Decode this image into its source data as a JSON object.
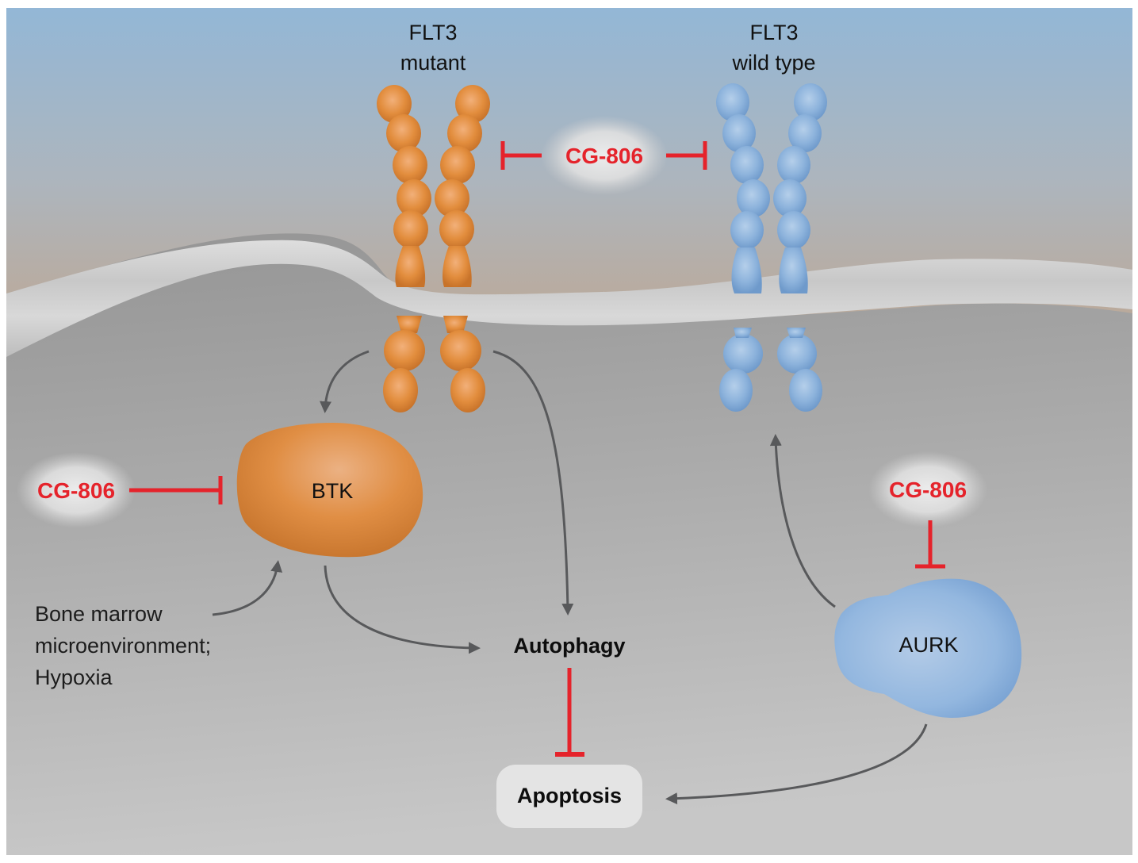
{
  "figure": {
    "receptors": {
      "mutant": {
        "title_line1": "FLT3",
        "title_line2": "mutant",
        "color": "#e08a38"
      },
      "wild_type": {
        "title_line1": "FLT3",
        "title_line2": "wild type",
        "color": "#8fb6de"
      }
    },
    "drug": {
      "name": "CG-806",
      "color": "#e5232b"
    },
    "inhibitor_labels": {
      "receptors": "CG-806",
      "btk": "CG-806",
      "aurk": "CG-806"
    },
    "nodes": {
      "btk": "BTK",
      "aurk": "AURK",
      "autophagy": "Autophagy",
      "apoptosis": "Apoptosis",
      "environment_line1": "Bone marrow",
      "environment_line2": "microenvironment;",
      "environment_line3": "Hypoxia"
    },
    "edges": [
      {
        "from": "FLT3 mutant",
        "to": "BTK",
        "type": "activation"
      },
      {
        "from": "FLT3 mutant",
        "to": "Autophagy",
        "type": "activation"
      },
      {
        "from": "BTK",
        "to": "Autophagy",
        "type": "activation"
      },
      {
        "from": "Bone marrow microenvironment; Hypoxia",
        "to": "BTK",
        "type": "activation"
      },
      {
        "from": "Autophagy",
        "to": "Apoptosis",
        "type": "inhibition"
      },
      {
        "from": "AURK",
        "to": "FLT3 wild type",
        "type": "activation"
      },
      {
        "from": "AURK",
        "to": "Apoptosis",
        "type": "activation"
      },
      {
        "from": "CG-806",
        "to": "FLT3 mutant",
        "type": "inhibition"
      },
      {
        "from": "CG-806",
        "to": "FLT3 wild type",
        "type": "inhibition"
      },
      {
        "from": "CG-806",
        "to": "BTK",
        "type": "inhibition"
      },
      {
        "from": "CG-806",
        "to": "AURK",
        "type": "inhibition"
      }
    ],
    "colors": {
      "extracellular_top": "#93b7d6",
      "extracellular_bottom": "#bba999",
      "membrane": "#d6d6d6",
      "cytoplasm_top": "#9a9a9a",
      "cytoplasm_bottom": "#c6c6c6",
      "activation_arrow": "#58595b",
      "inhibition_arrow": "#e5232b"
    }
  }
}
